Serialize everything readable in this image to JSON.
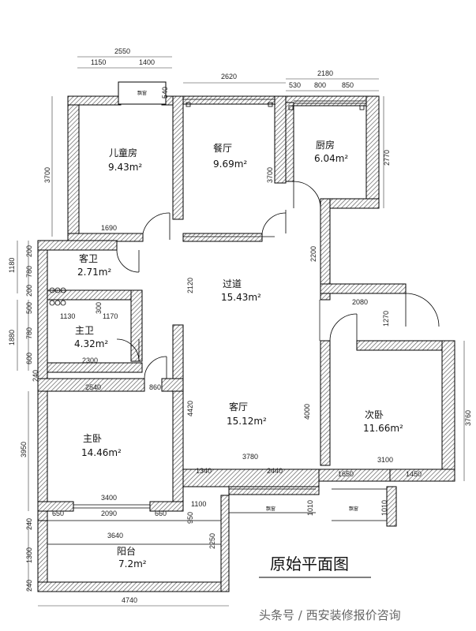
{
  "title": "原始平面图",
  "watermark": "头条号 / 西安装修报价咨询",
  "colors": {
    "wall": "#ffffff",
    "hatch": "#555555",
    "line": "#000000"
  },
  "rooms": [
    {
      "id": "kids-room",
      "name": "儿童房",
      "area": "9.43m²"
    },
    {
      "id": "dining",
      "name": "餐厅",
      "area": "9.69m²"
    },
    {
      "id": "kitchen",
      "name": "厨房",
      "area": "6.04m²"
    },
    {
      "id": "guest-bath",
      "name": "客卫",
      "area": "2.71m²"
    },
    {
      "id": "hallway",
      "name": "过道",
      "area": "15.43m²"
    },
    {
      "id": "master-bath",
      "name": "主卫",
      "area": "4.32m²"
    },
    {
      "id": "living",
      "name": "客厅",
      "area": "15.12m²"
    },
    {
      "id": "second-bedroom",
      "name": "次卧",
      "area": "11.66m²"
    },
    {
      "id": "master-bedroom",
      "name": "主卧",
      "area": "14.46m²"
    },
    {
      "id": "balcony",
      "name": "阳台",
      "area": "7.2m²"
    }
  ],
  "bay_window_label": "飘窗",
  "dims": {
    "top_2550": "2550",
    "top_1150": "1150",
    "top_1400": "1400",
    "top_2620": "2620",
    "top_2180": "2180",
    "top_530": "530",
    "top_800": "800",
    "top_850": "850",
    "v_540": "540",
    "v_3700a": "3700",
    "v_3700b": "3700",
    "v_2770": "2770",
    "h_1690": "1690",
    "l_1180": "1180",
    "l_200a": "200",
    "l_780a": "780",
    "l_200b": "200",
    "l_500": "500",
    "l_1880": "1880",
    "l_780b": "780",
    "l_600": "600",
    "l_240a": "240",
    "v_2120": "2120",
    "v_300": "300",
    "h_1130": "1130",
    "h_1170": "1170",
    "h_2300": "2300",
    "v_2200": "2200",
    "h_2080": "2080",
    "v_1270": "1270",
    "h_2540": "2540",
    "h_860": "860",
    "l_3950": "3950",
    "v_4420": "4420",
    "v_4000": "4000",
    "r_3760": "3760",
    "h_3780": "3780",
    "h_3100": "3100",
    "h_1340": "1340",
    "h_2440": "2440",
    "h_1650": "1650",
    "h_1450": "1450",
    "h_3400": "3400",
    "h_1100": "1100",
    "v_1010a": "1010",
    "v_1010b": "1010",
    "h_650": "650",
    "h_2090": "2090",
    "h_660": "660",
    "v_950": "950",
    "l_240b": "240",
    "h_3640": "3640",
    "v_2250": "2250",
    "l_1300": "1300",
    "l_240c": "240",
    "h_4740": "4740"
  }
}
